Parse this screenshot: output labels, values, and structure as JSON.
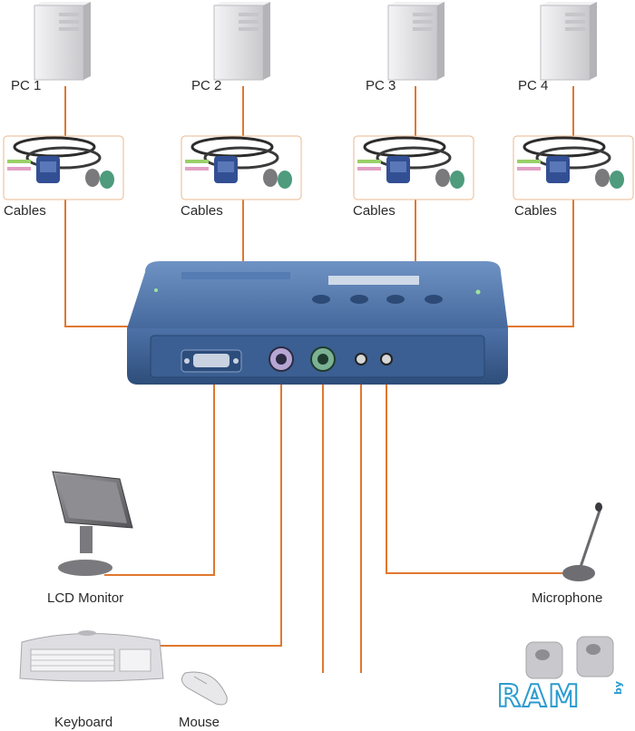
{
  "pcs": [
    {
      "label": "PC 1"
    },
    {
      "label": "PC 2"
    },
    {
      "label": "PC 3"
    },
    {
      "label": "PC 4"
    }
  ],
  "cables_label": "Cables",
  "peripherals": {
    "monitor": "LCD Monitor",
    "microphone": "Microphone",
    "keyboard": "Keyboard",
    "mouse": "Mouse"
  },
  "watermark": {
    "text": "RAM",
    "suffix": "by"
  },
  "colors": {
    "wire": "#e0782f",
    "kvm_body": "#4f77ad",
    "kvm_dark": "#2f4f7d",
    "pc_case": "#e4e4e6"
  }
}
